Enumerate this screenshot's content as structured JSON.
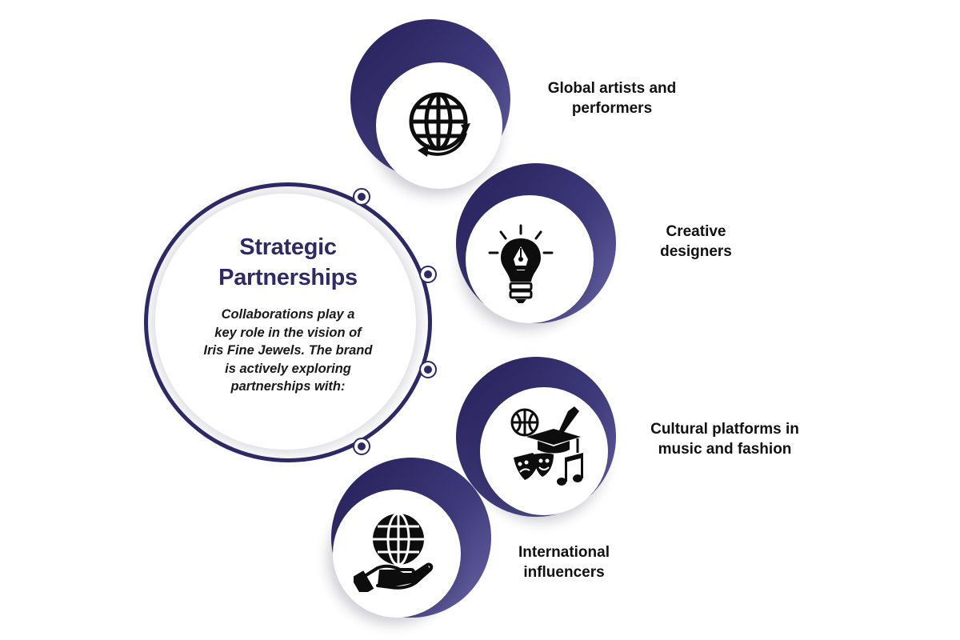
{
  "center": {
    "title_line1": "Strategic",
    "title_line2": "Partnerships",
    "desc_lines": [
      "Collaborations play a",
      "key role in the vision of",
      "Iris Fine Jewels. The brand",
      "is actively exploring",
      "partnerships with:"
    ]
  },
  "items": [
    {
      "line1": "Global artists and",
      "line2": "performers",
      "icon": "globe-arrows-icon"
    },
    {
      "line1": "Creative",
      "line2": "designers",
      "icon": "lightbulb-pen-icon"
    },
    {
      "line1": "Cultural platforms in",
      "line2": "music and fashion",
      "icon": "culture-arts-icon"
    },
    {
      "line1": "International",
      "line2": "influencers",
      "icon": "globe-hand-icon"
    }
  ],
  "colors": {
    "primary": "#2e2a66",
    "gradient_dark": "#241f58",
    "gradient_light": "#6a66a6",
    "text": "#111111"
  }
}
